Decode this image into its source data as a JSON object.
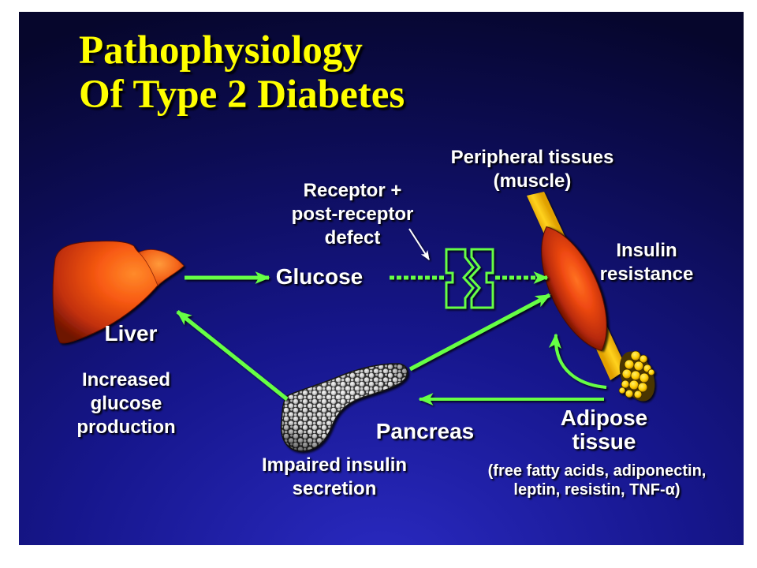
{
  "slide": {
    "title_line1": "Pathophysiology",
    "title_line2": "Of Type 2 Diabetes"
  },
  "labels": {
    "peripheral_tissues": [
      "Peripheral tissues",
      "(muscle)"
    ],
    "receptor_defect": [
      "Receptor +",
      "post-receptor",
      "defect"
    ],
    "insulin_resistance": [
      "Insulin",
      "resistance"
    ],
    "glucose": "Glucose",
    "liver": "Liver",
    "increased_glucose_production": [
      "Increased",
      "glucose",
      "production"
    ],
    "pancreas": "Pancreas",
    "adipose_tissue": [
      "Adipose",
      "tissue"
    ],
    "adipose_factors": [
      "(free fatty acids, adiponectin,",
      "leptin, resistin, TNF-α)"
    ],
    "impaired_insulin_secretion": [
      "Impaired insulin",
      "secretion"
    ]
  },
  "icons": {
    "liver": "liver-illustration",
    "muscle": "muscle-illustration",
    "tendon": "tendon-band",
    "adipose": "adipose-tissue-illustration",
    "pancreas": "pancreas-illustration",
    "receptor": "insulin-receptor-icon",
    "arrow": "arrow-icon"
  },
  "colors": {
    "page": "#ffffff",
    "slide_glow": "#2a2ac2",
    "slide_mid": "#16168c",
    "slide_deep": "#0c0c52",
    "slide_edge": "#06062c",
    "title": "#ffff00",
    "label": "#ffffff",
    "arrow": "#66ff44",
    "pointer": "#ffffff",
    "tendon": "#ffd21e"
  }
}
